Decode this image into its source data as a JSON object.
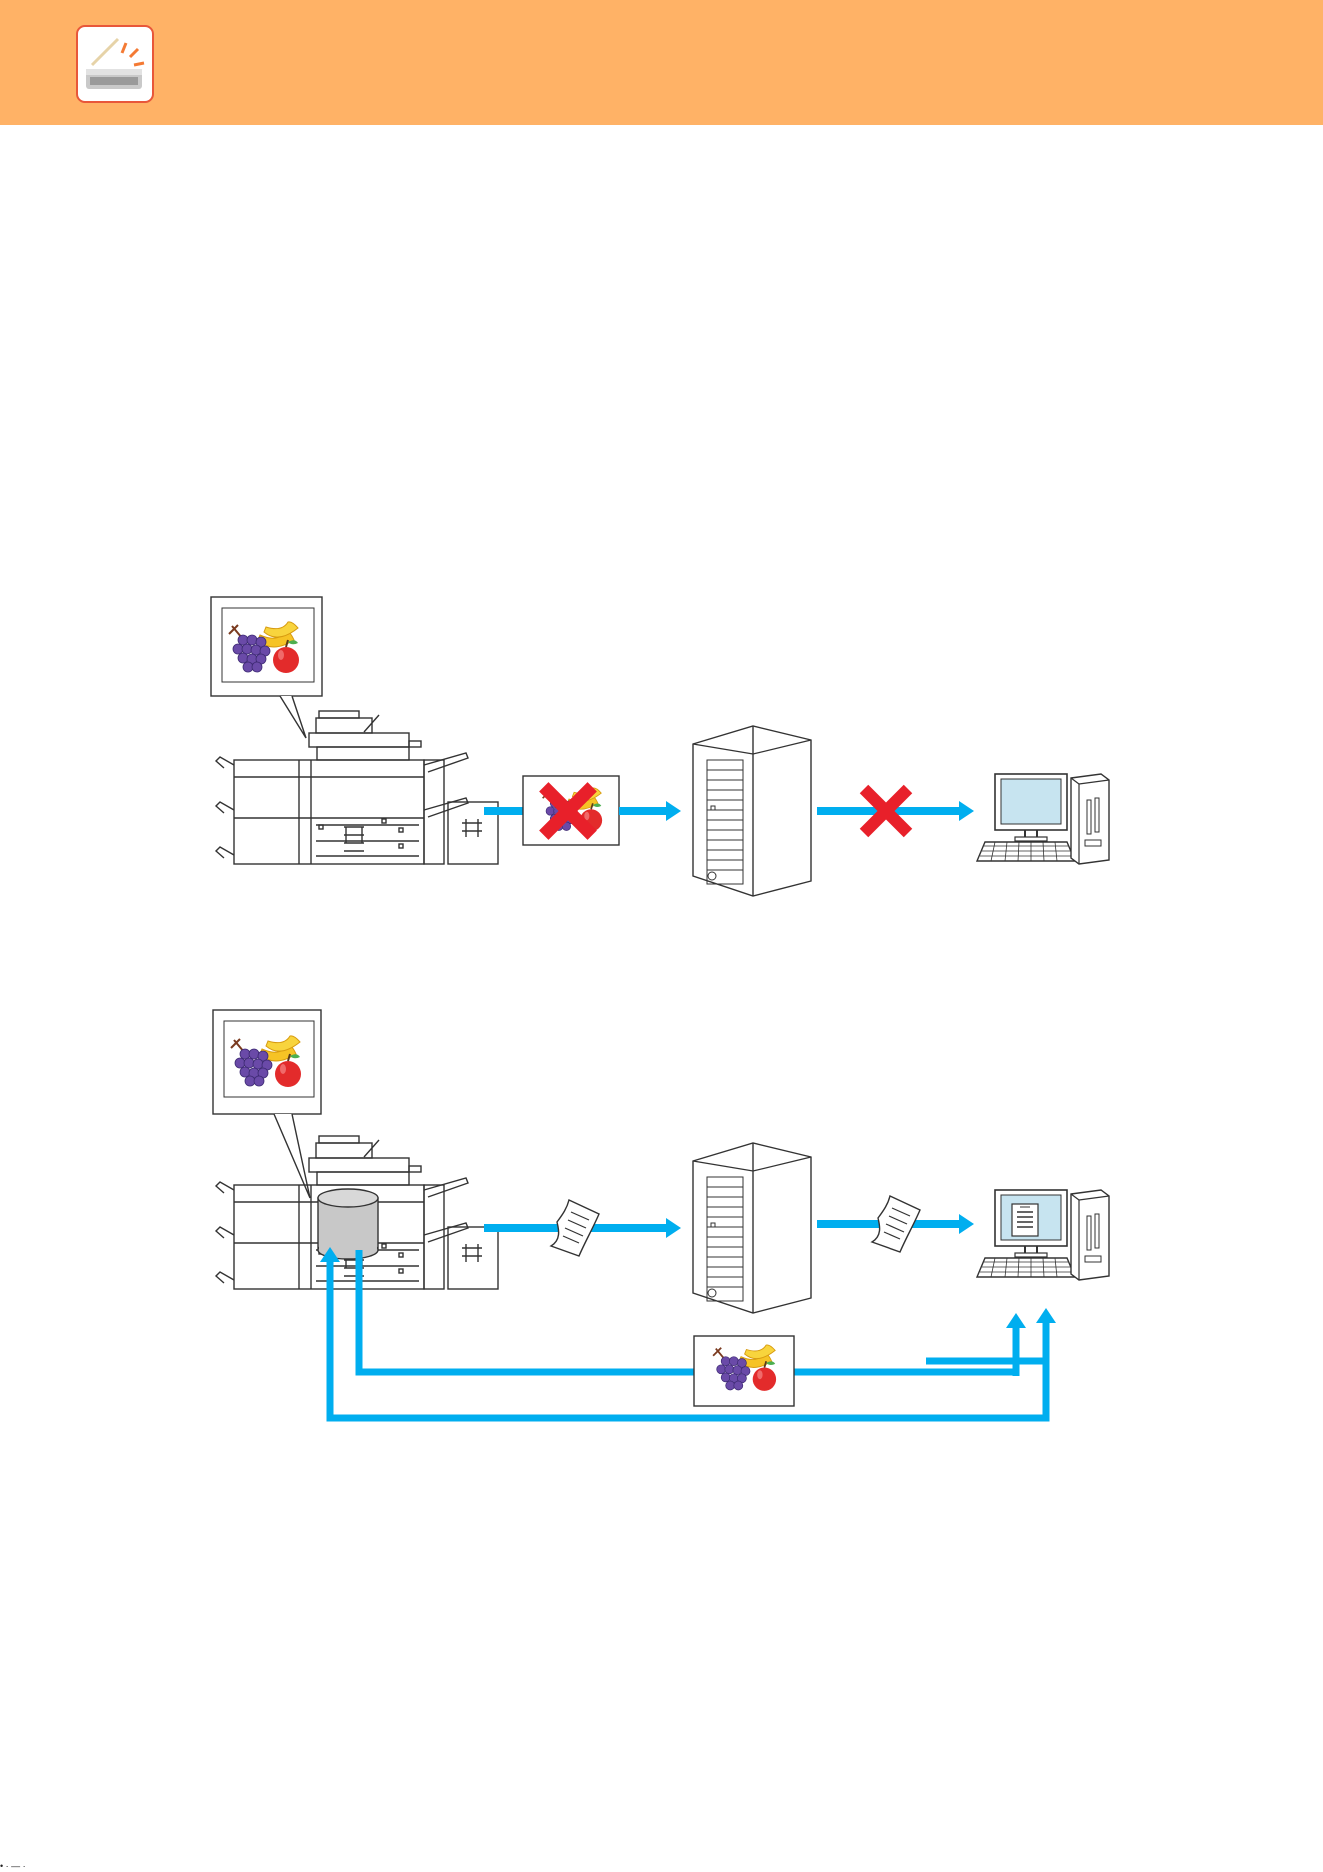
{
  "header": {
    "background_color": "#ffb266",
    "icon": "scanner-mode-icon",
    "icon_border_color": "#e8573a"
  },
  "colors": {
    "arrow": "#00aeef",
    "cross": "#e8202a",
    "monitor_screen": "#c7e4f0",
    "storage_drum": "#c8c8c8"
  },
  "diagram": {
    "top_scenario": {
      "flow": [
        "multifunction-printer",
        "image-file",
        "server",
        "computer"
      ],
      "attachment_blocked": true,
      "delivery_blocked": true
    },
    "bottom_scenario": {
      "flow": [
        "multifunction-printer",
        "notification-document",
        "server",
        "notification-document",
        "computer"
      ],
      "local_storage": "storage-drum-icon",
      "direct_image_retrieval": true
    }
  },
  "footer": {
    "text": "• · — ·"
  }
}
